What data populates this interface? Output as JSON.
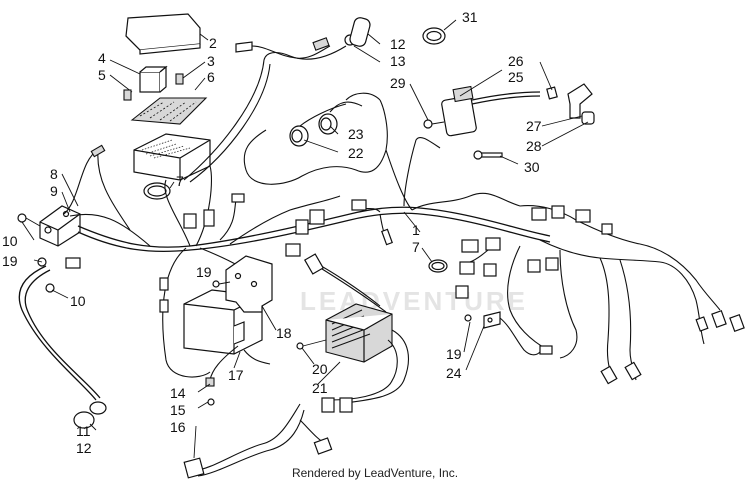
{
  "credit": "Rendered by LeadVenture, Inc.",
  "watermark": "LEADVENTURE",
  "callouts": {
    "c1": "1",
    "c2": "2",
    "c3": "3",
    "c4": "4",
    "c5": "5",
    "c6": "6",
    "c7a": "7",
    "c7b": "7",
    "c8": "8",
    "c9": "9",
    "c10a": "10",
    "c10b": "10",
    "c11": "11",
    "c12a": "12",
    "c12b": "12",
    "c13": "13",
    "c14": "14",
    "c15": "15",
    "c16": "16",
    "c17": "17",
    "c18": "18",
    "c19a": "19",
    "c19b": "19",
    "c19c": "19",
    "c20": "20",
    "c21": "21",
    "c22": "22",
    "c23": "23",
    "c24": "24",
    "c25": "25",
    "c26": "26",
    "c27": "27",
    "c28": "28",
    "c29": "29",
    "c30": "30",
    "c31": "31"
  }
}
